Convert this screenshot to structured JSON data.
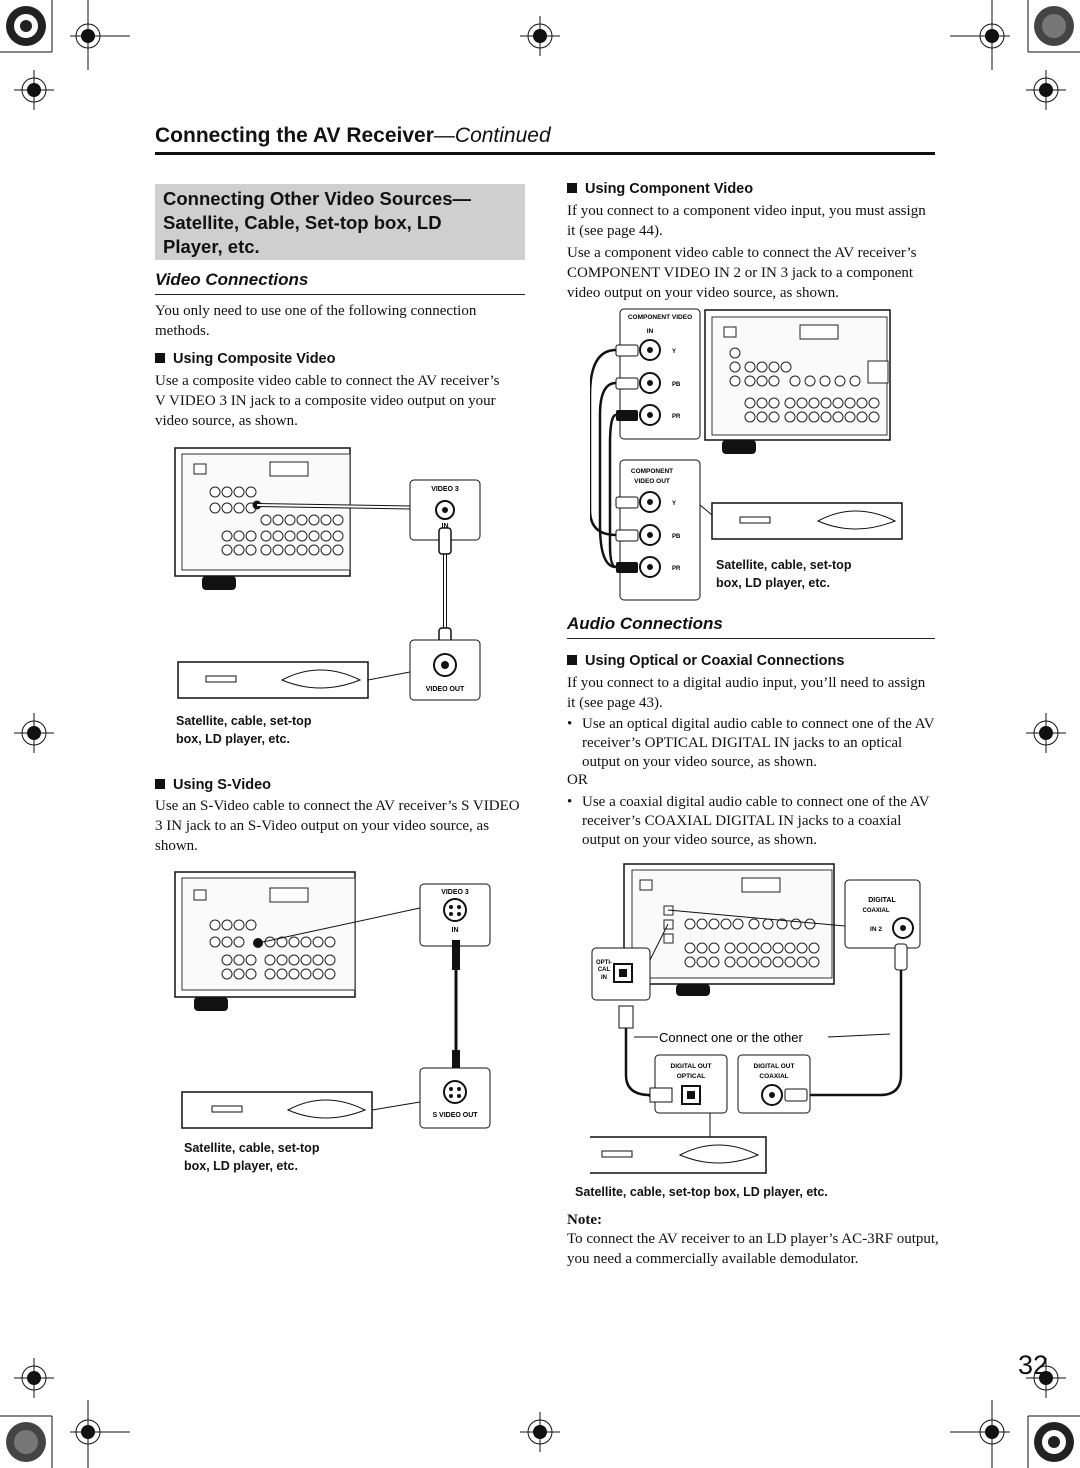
{
  "header": {
    "title": "Connecting the AV Receiver",
    "continued": "—Continued"
  },
  "section": {
    "title": "Connecting Other Video Sources—\nSatellite, Cable, Set-top box, LD\nPlayer, etc."
  },
  "video_connections": {
    "heading": "Video Connections",
    "intro": "You only need to use one of the following connection methods.",
    "composite": {
      "heading": "Using Composite Video",
      "body": "Use a composite video cable to connect the AV receiver’s V VIDEO 3 IN jack to a composite video output on your video source, as shown.",
      "jack_in_top": "VIDEO 3",
      "jack_in_bottom": "IN",
      "jack_out": "VIDEO OUT",
      "caption": "Satellite, cable, set-top\nbox, LD player, etc."
    },
    "svideo": {
      "heading": "Using S-Video",
      "body": "Use an S-Video cable to connect the AV receiver’s S VIDEO 3 IN jack to an S-Video output on your video source, as shown.",
      "jack_in_top": "VIDEO 3",
      "jack_in_bottom": "IN",
      "jack_out": "S VIDEO OUT",
      "caption": "Satellite, cable, set-top\nbox, LD player, etc."
    },
    "component": {
      "heading": "Using Component Video",
      "body1": "If you connect to a component video input, you must assign it (see page 44).",
      "body2": "Use a component video cable to connect the AV receiver’s COMPONENT VIDEO IN 2 or IN 3 jack to a component video output on your video source, as shown.",
      "in_label": "COMPONENT VIDEO",
      "in_sub": "IN",
      "out_label_1": "COMPONENT",
      "out_label_2": "VIDEO  OUT",
      "y": "Y",
      "pb": "PB",
      "pr": "PR",
      "caption": "Satellite, cable, set-top\nbox, LD player, etc."
    }
  },
  "audio_connections": {
    "heading": "Audio Connections",
    "optical_coaxial": {
      "heading": "Using Optical or Coaxial Connections",
      "body": "If you connect to a digital audio input, you’ll need to assign it (see page 43).",
      "bullet1": "Use an optical digital audio cable to connect one of the AV receiver’s OPTICAL DIGITAL IN jacks to an optical output on your video source, as shown.",
      "or": "OR",
      "bullet2": "Use a coaxial digital audio cable to connect one of the AV receiver’s COAXIAL DIGITAL IN jacks to a coaxial output on your video source, as shown.",
      "digital": "DIGITAL",
      "coaxial": "COAXIAL",
      "in2": "IN 2",
      "opti_1": "OPTI-",
      "opti_2": "CAL",
      "opti_3": "IN",
      "connect_note": "Connect one or the other",
      "out_opt_1": "DIGITAL OUT",
      "out_opt_2": "OPTICAL",
      "out_coax_1": "DIGITAL OUT",
      "out_coax_2": "COAXIAL",
      "caption": "Satellite, cable, set-top box, LD player, etc."
    }
  },
  "note": {
    "label": "Note:",
    "text": "To connect the AV receiver to an LD player’s AC-3RF output, you need a commercially available demodulator."
  },
  "page_number": "32"
}
